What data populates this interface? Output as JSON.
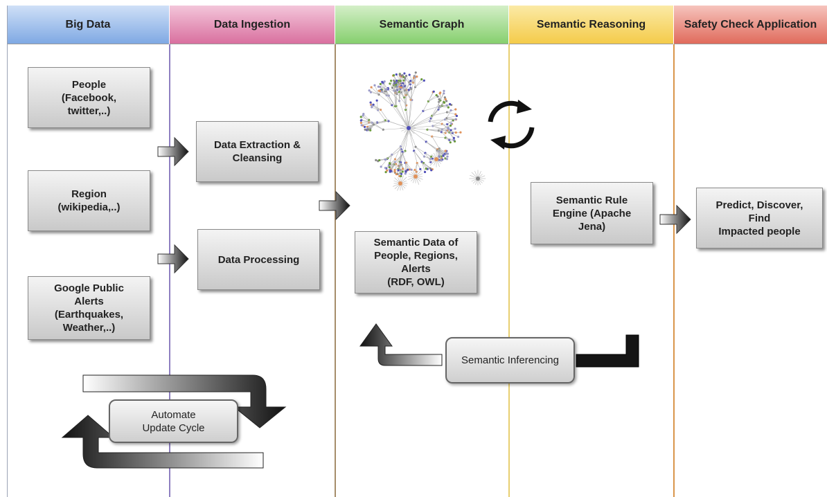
{
  "lanes": [
    {
      "title": "Big Data",
      "color_top": "#cfe0f7",
      "color_bottom": "#7fa9e3"
    },
    {
      "title": "Data Ingestion",
      "color_top": "#f3c6da",
      "color_bottom": "#d9709f"
    },
    {
      "title": "Semantic Graph",
      "color_top": "#d4efc8",
      "color_bottom": "#86cf6e"
    },
    {
      "title": "Semantic Reasoning",
      "color_top": "#fbeaa6",
      "color_bottom": "#f4cb4a"
    },
    {
      "title": "Safety Check Application",
      "color_top": "#f6c4bd",
      "color_bottom": "#e06b5c"
    }
  ],
  "divider_colors": [
    "#8e7fc0",
    "#a58c6a",
    "#e8cf70",
    "#d9954a"
  ],
  "boxes": {
    "people": "People\n(Facebook,\ntwitter,..)",
    "region": "Region\n(wikipedia,..)",
    "alerts": "Google Public\nAlerts\n(Earthquakes,\nWeather,..)",
    "extraction": "Data Extraction &\nCleansing",
    "processing": "Data Processing",
    "semantic_data": "Semantic Data of\nPeople, Regions,\nAlerts\n(RDF, OWL)",
    "rule_engine": "Semantic Rule\nEngine (Apache\nJena)",
    "predict": "Predict, Discover,\nFind\nImpacted people",
    "update_cycle": "Automate\nUpdate Cycle",
    "inferencing": "Semantic Inferencing"
  },
  "icons": {
    "graph": "network-graph-icon",
    "refresh": "refresh-cycle-icon"
  }
}
